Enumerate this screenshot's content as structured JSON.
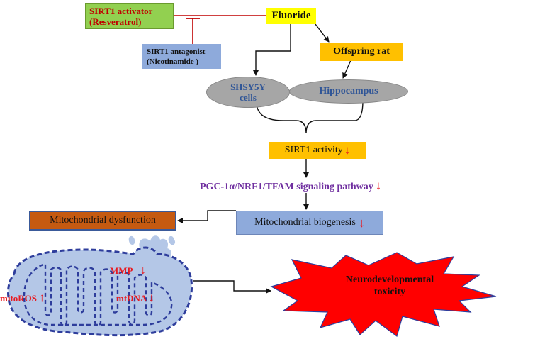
{
  "nodes": {
    "sirt1_activator": {
      "line1": "SIRT1 activator",
      "line2": "(Resveratrol)"
    },
    "sirt1_antagonist": {
      "line1": "SIRT1 antagonist",
      "line2": "(Nicotinamide )"
    },
    "fluoride": "Fluoride",
    "offspring_rat": "Offspring rat",
    "shsy5y": {
      "line1": "SHSY5Y",
      "line2": "cells"
    },
    "hippocampus": "Hippocampus",
    "sirt1_activity": "SIRT1  activity",
    "pathway": "PGC-1α/NRF1/TFAM signaling pathway",
    "mito_biogenesis": "Mitochondrial biogenesis",
    "mito_dysfunction": "Mitochondrial dysfunction",
    "mmp": "MMP",
    "mitoros": "mitoROS",
    "mtdna": "mtDNA",
    "neurotox": {
      "line1": "Neurodevelopmental",
      "line2": "toxicity"
    }
  },
  "indicators": {
    "down": "↓",
    "up": "↑"
  },
  "colors": {
    "green": "#92d050",
    "yellow": "#ffff00",
    "orange": "#ffc000",
    "blue_box": "#8eaadb",
    "gray_ellipse": "#a6a6a6",
    "brown": "#c55a11",
    "red": "#e8191f",
    "purple": "#7030a0",
    "navy_text": "#2f5597",
    "mito_fill": "#b4c7e7",
    "mito_stroke": "#2e3d9c",
    "inhibit_line": "#c00000"
  }
}
